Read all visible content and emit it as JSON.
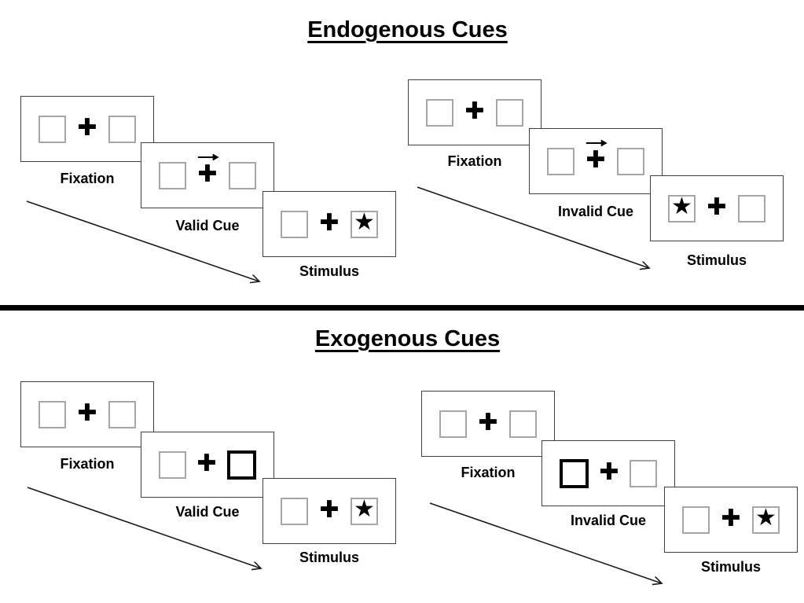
{
  "diagram": {
    "sections": [
      {
        "id": "endogenous",
        "title": "Endogenous Cues",
        "sequences": [
          {
            "name": "valid",
            "fixation_label": "Fixation",
            "cue_label": "Valid Cue",
            "stimulus_label": "Stimulus",
            "cue_symbol": "central-arrow-right",
            "stimulus_side": "right"
          },
          {
            "name": "invalid",
            "fixation_label": "Fixation",
            "cue_label": "Invalid Cue",
            "stimulus_label": "Stimulus",
            "cue_symbol": "central-arrow-right",
            "stimulus_side": "left"
          }
        ]
      },
      {
        "id": "exogenous",
        "title": "Exogenous Cues",
        "sequences": [
          {
            "name": "valid",
            "fixation_label": "Fixation",
            "cue_label": "Valid Cue",
            "stimulus_label": "Stimulus",
            "cue_symbol": "highlighted-box-right",
            "stimulus_side": "right"
          },
          {
            "name": "invalid",
            "fixation_label": "Fixation",
            "cue_label": "Invalid Cue",
            "stimulus_label": "Stimulus",
            "cue_symbol": "highlighted-box-left",
            "stimulus_side": "right"
          }
        ]
      }
    ],
    "glyphs": {
      "fixation_cross": "✚",
      "target_star": "★"
    },
    "colors": {
      "panel_border": "#3f3f3f",
      "box_border": "#a6a6a6",
      "ink": "#000000",
      "background": "#ffffff"
    }
  }
}
